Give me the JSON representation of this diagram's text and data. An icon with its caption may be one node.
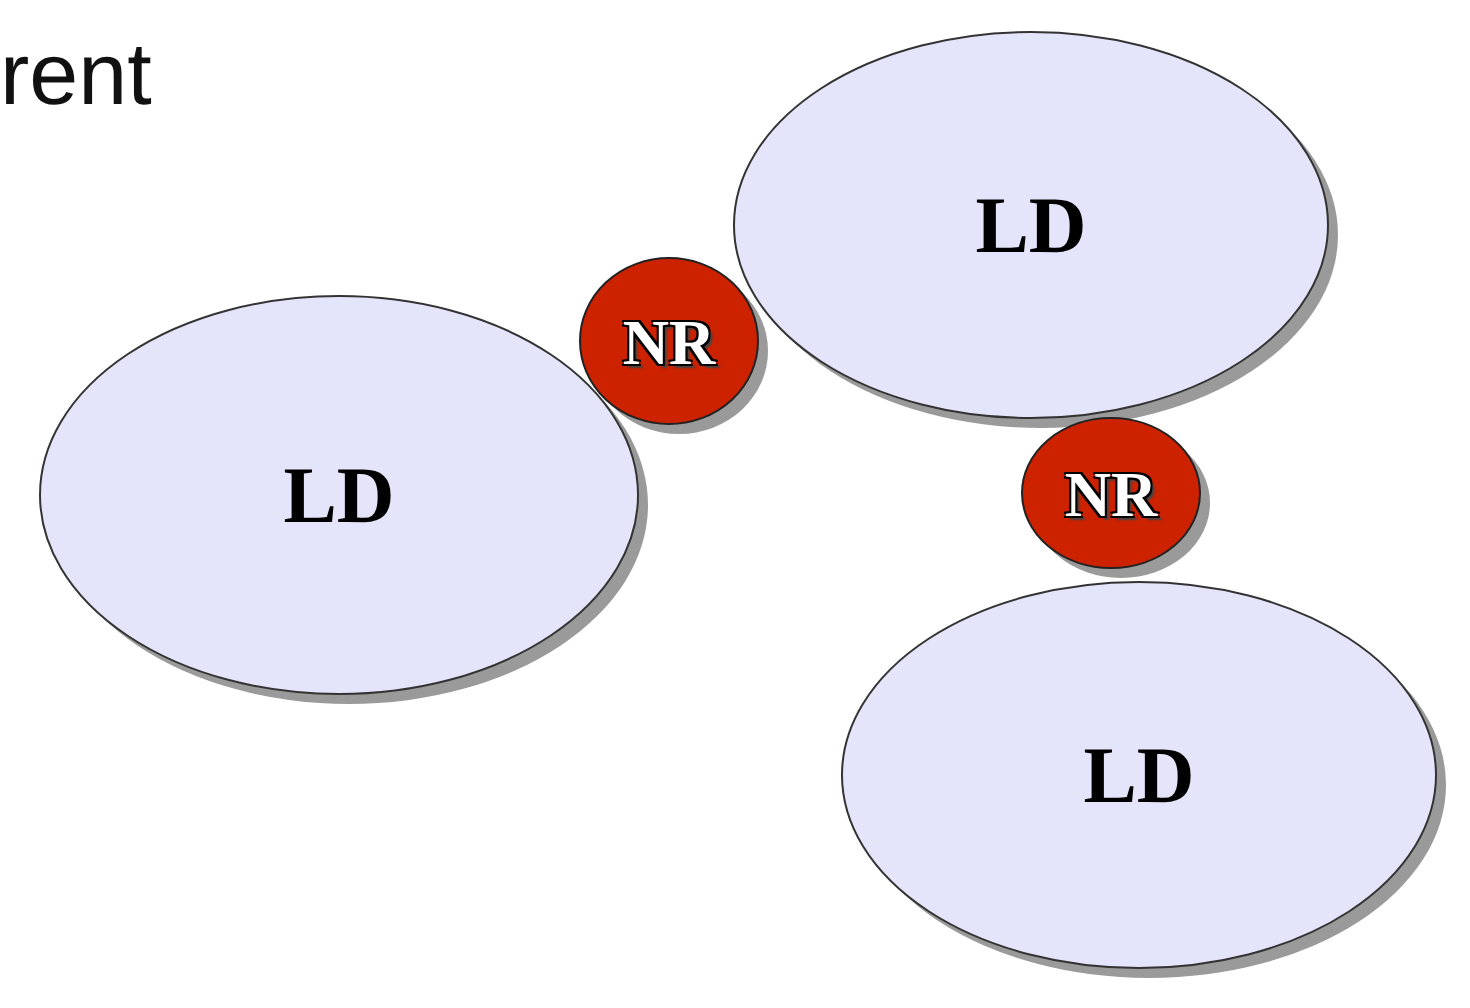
{
  "diagram": {
    "nodes": [
      {
        "text": [
          "LD"
        ]
      },
      {
        "text": [
          "NR"
        ]
      },
      {
        "text": [
          "LD"
        ]
      },
      {
        "text": [
          "NR"
        ]
      },
      {
        "text": [
          "LD"
        ]
      }
    ],
    "labels": [
      "rent"
    ]
  }
}
